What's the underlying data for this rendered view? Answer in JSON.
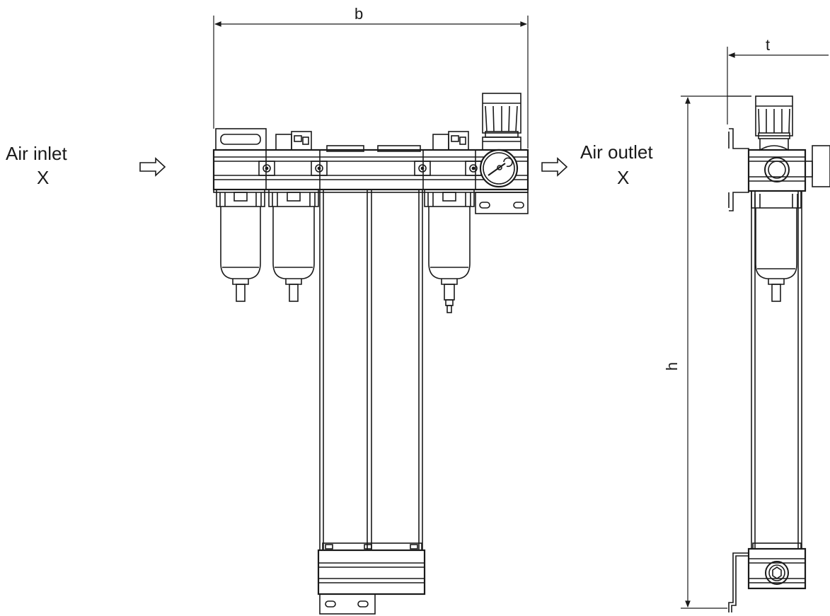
{
  "inlet": {
    "label": "Air inlet",
    "port": "X"
  },
  "outlet": {
    "label": "Air outlet",
    "port": "X"
  },
  "dimensions": {
    "width": "b",
    "depth": "t",
    "height": "h"
  },
  "colors": {
    "line": "#1a1a1a",
    "background": "#ffffff"
  }
}
